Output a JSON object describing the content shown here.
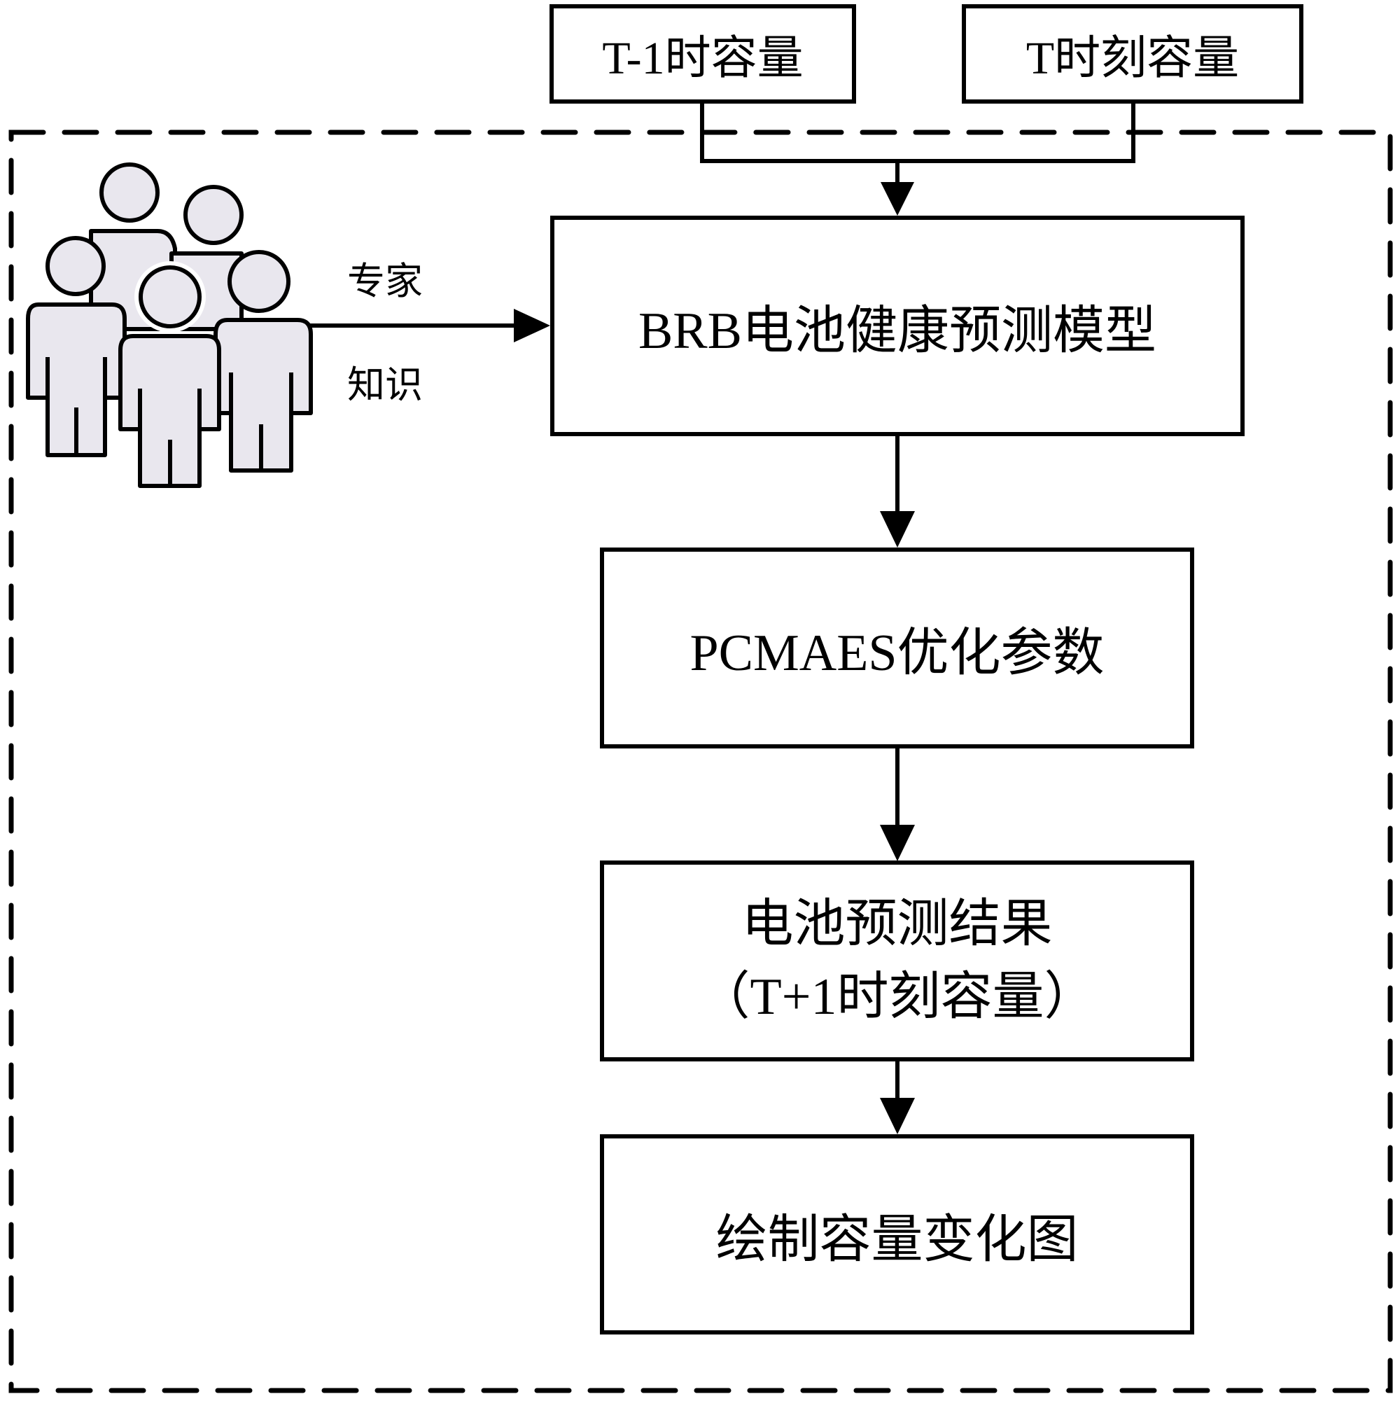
{
  "diagram": {
    "inputs": [
      {
        "id": "t-minus-1",
        "label": "T-1时容量"
      },
      {
        "id": "t",
        "label": "T时刻容量"
      }
    ],
    "expert_knowledge": {
      "icon": "people-group-icon",
      "label_line1": "专家",
      "label_line2": "知识"
    },
    "steps": [
      {
        "id": "brb-model",
        "lines": [
          "BRB电池健康预测模型"
        ]
      },
      {
        "id": "pcmaes",
        "lines": [
          "PCMAES优化参数"
        ]
      },
      {
        "id": "result",
        "lines": [
          "电池预测结果",
          "（T+1时刻容量）"
        ]
      },
      {
        "id": "plot",
        "lines": [
          "绘制容量变化图"
        ]
      }
    ],
    "edges": [
      {
        "from": "t-minus-1",
        "to": "brb-model"
      },
      {
        "from": "t",
        "to": "brb-model"
      },
      {
        "from": "expert_knowledge",
        "to": "brb-model"
      },
      {
        "from": "brb-model",
        "to": "pcmaes"
      },
      {
        "from": "pcmaes",
        "to": "result"
      },
      {
        "from": "result",
        "to": "plot"
      }
    ],
    "colors": {
      "stroke": "#000000",
      "person_fill": "#e9e7ee",
      "background": "#ffffff"
    }
  }
}
